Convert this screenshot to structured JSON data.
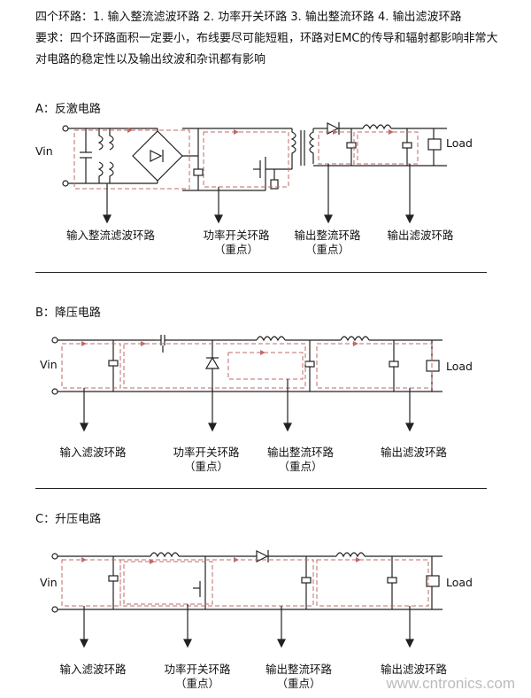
{
  "intro": {
    "line1": "四个环路：1. 输入整流滤波环路 2. 功率开关环路 3. 输出整流环路 4. 输出滤波环路",
    "line2": "要求：四个环路面积一定要小，布线要尽可能短粗，环路对EMC的传导和辐射都影响非常大",
    "line3": "对电路的稳定性以及输出纹波和杂讯都有影响"
  },
  "sections": [
    {
      "title": "A：反激电路",
      "vin": "Vin",
      "load": "Load",
      "labels": [
        {
          "text": "输入整流滤波环路",
          "sub": ""
        },
        {
          "text": "功率开关环路",
          "sub": "（重点）"
        },
        {
          "text": "输出整流环路",
          "sub": "（重点）"
        },
        {
          "text": "输出滤波环路",
          "sub": ""
        }
      ]
    },
    {
      "title": "B：降压电路",
      "vin": "Vin",
      "load": "Load",
      "labels": [
        {
          "text": "输入滤波环路",
          "sub": ""
        },
        {
          "text": "功率开关环路",
          "sub": "（重点）"
        },
        {
          "text": "输出整流环路",
          "sub": "（重点）"
        },
        {
          "text": "输出滤波环路",
          "sub": ""
        }
      ]
    },
    {
      "title": "C：升压电路",
      "vin": "Vin",
      "load": "Load",
      "labels": [
        {
          "text": "输入滤波环路",
          "sub": ""
        },
        {
          "text": "功率开关环路",
          "sub": "（重点）"
        },
        {
          "text": "输出整流环路",
          "sub": "（重点）"
        },
        {
          "text": "输出滤波环路",
          "sub": ""
        }
      ]
    }
  ],
  "colors": {
    "wire": "#222222",
    "loop": "#c26a6a"
  },
  "watermark": "www.cntronics.com"
}
